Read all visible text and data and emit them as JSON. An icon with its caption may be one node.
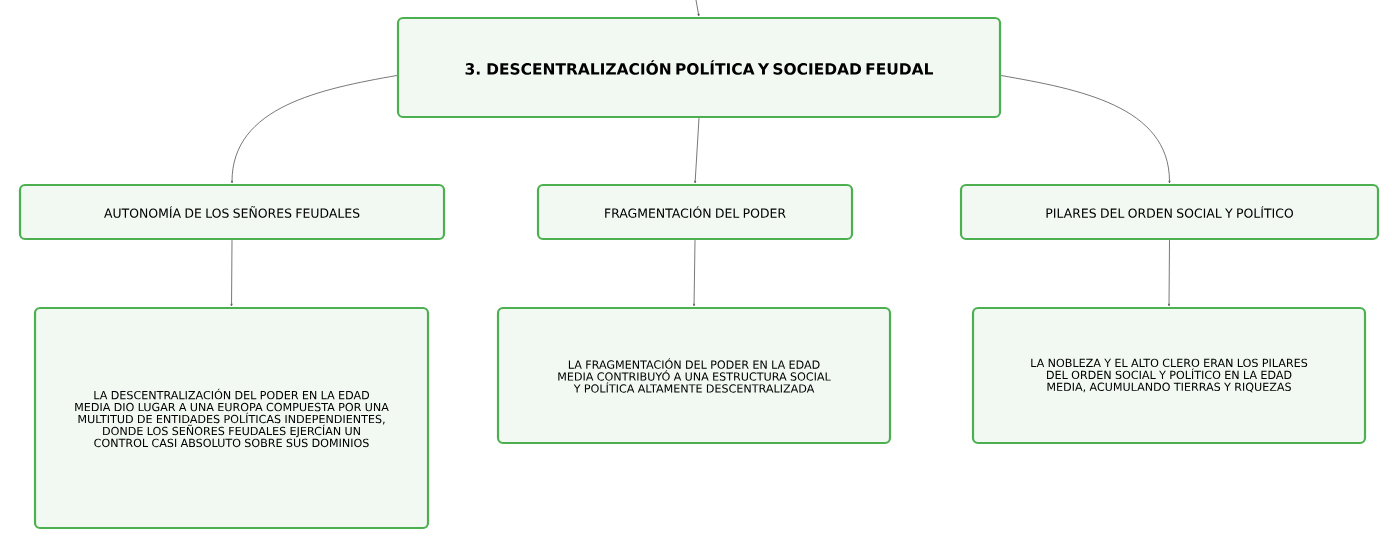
{
  "diagram": {
    "nodes": [
      {
        "text": [
          "3. DESCENTRALIZACIÓN POLÍTICA Y SOCIEDAD FEUDAL"
        ]
      },
      {
        "text": [
          "AUTONOMÍA DE LOS SEÑORES FEUDALES"
        ]
      },
      {
        "text": [
          "FRAGMENTACIÓN DEL PODER"
        ]
      },
      {
        "text": [
          "PILARES DEL ORDEN SOCIAL Y POLÍTICO"
        ]
      },
      {
        "text": [
          "LA DESCENTRALIZACIÓN DEL PODER EN LA EDAD MEDIA DIO LUGAR A UNA EUROPA COMPUESTA POR UNA MULTITUD DE ENTIDADES POLÍTICAS INDEPENDIENTES, DONDE LOS SEÑORES FEUDALES EJERCÍAN UN CONTROL CASI ABSOLUTO SOBRE SUS DOMINIOS"
        ]
      },
      {
        "text": [
          "LA FRAGMENTACIÓN DEL PODER EN LA EDAD MEDIA CONTRIBUYÓ A UNA ESTRUCTURA SOCIAL Y POLÍTICA ALTAMENTE DESCENTRALIZADA"
        ]
      },
      {
        "text": [
          "LA NOBLEZA Y EL ALTO CLERO ERAN LOS PILARES DEL ORDEN SOCIAL Y POLÍTICO EN LA EDAD MEDIA, ACUMULANDO TIERRAS Y RIQUEZAS"
        ]
      }
    ],
    "edges": [
      {
        "from": null,
        "to": 0,
        "arrow": "to"
      },
      {
        "from": 0,
        "to": 1,
        "arrow": "to"
      },
      {
        "from": 0,
        "to": 2,
        "arrow": "to"
      },
      {
        "from": 0,
        "to": 3,
        "arrow": "to"
      },
      {
        "from": 1,
        "to": 4,
        "arrow": "to"
      },
      {
        "from": 2,
        "to": 5,
        "arrow": "to"
      },
      {
        "from": 3,
        "to": 6,
        "arrow": "to"
      }
    ]
  }
}
